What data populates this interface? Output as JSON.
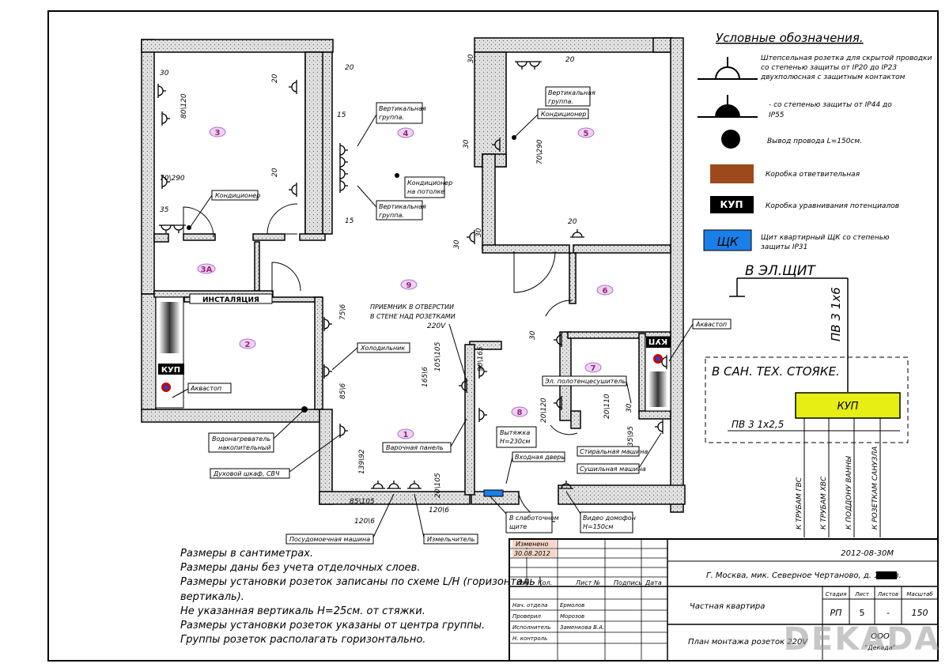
{
  "legend": {
    "title": "Условные обозначения.",
    "items": [
      {
        "icon": "socket-icon",
        "lines": [
          "Штепсельная розетка для скрытой проводки",
          "со степенью защиты от IP20 до IP23",
          "двухполюсная с защитным контактом"
        ]
      },
      {
        "icon": "socket-ip44-icon",
        "lines": [
          "- со степенью защиты от IP44 до",
          "IP55"
        ]
      },
      {
        "icon": "wire-outlet-icon",
        "lines": [
          "Вывод провода L=150см."
        ]
      },
      {
        "icon": "junction-box-icon",
        "color": "#9c4a1c",
        "lines": [
          "Коробка ответвительная"
        ]
      },
      {
        "icon": "kup-box-icon",
        "label": "КУП",
        "lines": [
          "Коробка уравнивания потенциалов"
        ]
      },
      {
        "icon": "panel-box-icon",
        "label": "ЩК",
        "color": "#1a7fe8",
        "lines": [
          "Щит квартирный ЩК со степенью",
          "защиты IP31"
        ]
      }
    ]
  },
  "riser": {
    "to_panel": "В ЭЛ.ЩИТ",
    "cable_main": "ПВ 3 1х6",
    "riser_title": "В САН. ТЕХ. СТОЯКЕ.",
    "kup": "КУП",
    "cable_branch": "ПВ 3 1х2,5",
    "kup_color": "#e6ee14",
    "branches": [
      "К ТРУБАМ ГВС",
      "К ТРУБАМ ХВС",
      "К ПОДДОНУ ВАННЫ",
      "К РОЗЕТКАМ САНУЗЛА"
    ]
  },
  "rooms": [
    "3",
    "4",
    "5",
    "3А",
    "9",
    "6",
    "2",
    "7",
    "8",
    "1"
  ],
  "labels": {
    "installation": "ИНСТАЛЯЦИЯ",
    "kup_left": "КУП",
    "kup_right": "КУП",
    "ac1": "Кондиционер",
    "vert1": [
      "Вертикальная",
      "группа."
    ],
    "vert2": [
      "Вертикальная",
      "группа."
    ],
    "ac_ceiling": [
      "Кондиционер",
      "на потолке"
    ],
    "vert3": [
      "Вертикальная",
      "группа."
    ],
    "ac2": "Кондиционер",
    "receiver": [
      "ПРИЕМНИК В ОТВЕРСТИИ",
      "В СТЕНЕ НАД РОЗЕТКАМИ",
      "220V"
    ],
    "fridge": "Холодильник",
    "aquastop1": "Аквастоп",
    "aquastop2": "Аквастоп",
    "heater": [
      "Водонагреватель",
      "накопительный"
    ],
    "oven": "Духовой шкаф, СВЧ",
    "hob": "Варочная панель",
    "hood": [
      "Вытяжка",
      "H=230см"
    ],
    "entrance": "Входная дверь",
    "towel": "Эл. полотенцесушитель",
    "washer": "Стиральная машина",
    "dryer": "Сушильная машина",
    "dishwasher": "Посудомоечная машина",
    "grinder": "Измельчитель",
    "lowcurrent": [
      "В слаботочном",
      "щите"
    ],
    "intercom": [
      "Видео домофон",
      "H=150см"
    ]
  },
  "dims": [
    "30",
    "80\\120",
    "70\\290",
    "35",
    "20",
    "20",
    "15",
    "15",
    "20",
    "30",
    "20",
    "30",
    "70\\290",
    "30",
    "20",
    "30",
    "75\\6",
    "85\\6",
    "165\\6",
    "105\\105",
    "90\\165",
    "30",
    "20\\120",
    "20\\110",
    "35\\95",
    "30",
    "139\\92",
    "85\\105",
    "120\\6",
    "20\\105",
    "120\\6"
  ],
  "notes": [
    "Размеры в сантиметрах.",
    "Размеры даны без учета отделочных слоев.",
    "Размеры установки розеток записаны по схеме L/H (горизонталь \\",
    "вертикаль).",
    "Не указанная вертикаль H=25см. от стяжки.",
    "Размеры установки розеток указаны от центра группы.",
    "Группы розеток располагать горизонтально."
  ],
  "stamp": {
    "changed": "Изменено",
    "changed_date": "30.08.2012",
    "changed_color": "#f6d6c6",
    "code": "2012-08-30М",
    "address": "Г. Москва, мик. Северное Чертаново, д. 1А, кв.",
    "cols": [
      "Изм.",
      "Кол.",
      "Лист №",
      "Подпись",
      "Дата"
    ],
    "roles": [
      "Нач. отдела",
      "Проверил",
      "Исполнитель",
      "Н. контроль"
    ],
    "names": [
      "Ермолов",
      "Морозов",
      "Заменкова В.А."
    ],
    "object": "Частная квартира",
    "sheet_title": "План монтажа розеток 220V",
    "headers": [
      "Стадия",
      "Лист",
      "Листов",
      "Масштаб"
    ],
    "values": [
      "РП",
      "5",
      "-",
      "150"
    ],
    "company": [
      "ООО",
      "\"Декада\""
    ],
    "watermark": "DEKADA"
  }
}
